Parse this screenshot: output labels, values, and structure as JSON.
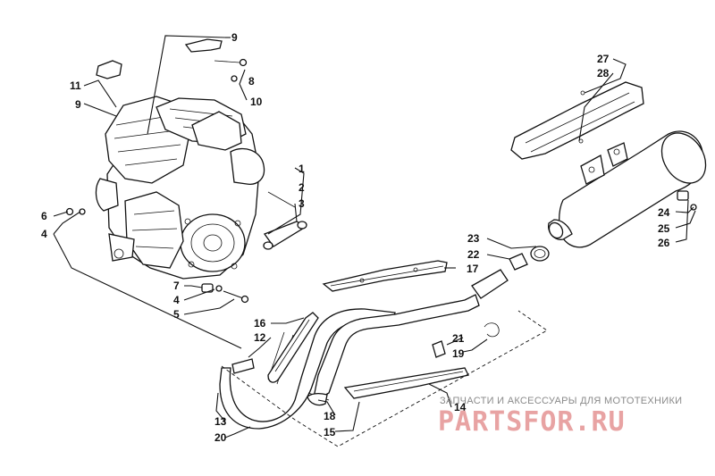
{
  "callouts": [
    {
      "id": "c-9a",
      "text": "9"
    },
    {
      "id": "c-8",
      "text": "8"
    },
    {
      "id": "c-10",
      "text": "10"
    },
    {
      "id": "c-11",
      "text": "11"
    },
    {
      "id": "c-9b",
      "text": "9"
    },
    {
      "id": "c-1",
      "text": "1"
    },
    {
      "id": "c-2",
      "text": "2"
    },
    {
      "id": "c-3",
      "text": "3"
    },
    {
      "id": "c-6",
      "text": "6"
    },
    {
      "id": "c-4a",
      "text": "4"
    },
    {
      "id": "c-7",
      "text": "7"
    },
    {
      "id": "c-4b",
      "text": "4"
    },
    {
      "id": "c-5",
      "text": "5"
    },
    {
      "id": "c-16",
      "text": "16"
    },
    {
      "id": "c-12",
      "text": "12"
    },
    {
      "id": "c-13",
      "text": "13"
    },
    {
      "id": "c-20",
      "text": "20"
    },
    {
      "id": "c-17",
      "text": "17"
    },
    {
      "id": "c-21",
      "text": "21"
    },
    {
      "id": "c-19",
      "text": "19"
    },
    {
      "id": "c-23",
      "text": "23"
    },
    {
      "id": "c-22",
      "text": "22"
    },
    {
      "id": "c-18",
      "text": "18"
    },
    {
      "id": "c-15",
      "text": "15"
    },
    {
      "id": "c-14",
      "text": "14"
    },
    {
      "id": "c-27",
      "text": "27"
    },
    {
      "id": "c-28",
      "text": "28"
    },
    {
      "id": "c-24",
      "text": "24"
    },
    {
      "id": "c-25",
      "text": "25"
    },
    {
      "id": "c-26",
      "text": "26"
    }
  ],
  "watermark": {
    "tagline": "ЗАПЧАСТИ И АКСЕССУАРЫ ДЛЯ МОТОТЕХНИКИ",
    "brand": "PARTSFOR.RU"
  }
}
